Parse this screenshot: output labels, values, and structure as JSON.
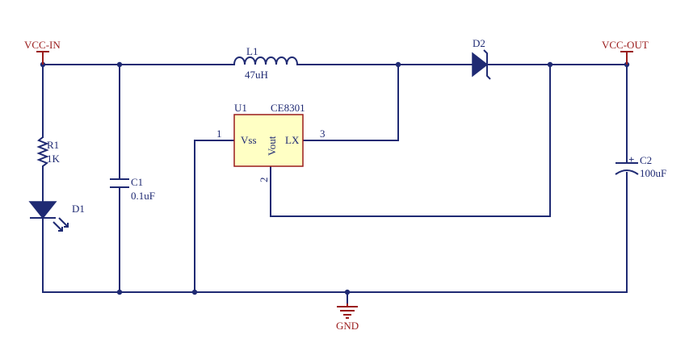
{
  "nets": {
    "vcc_in": "VCC-IN",
    "vcc_out": "VCC-OUT",
    "gnd": "GND"
  },
  "components": {
    "r1": {
      "ref": "R1",
      "value": "1K"
    },
    "d1": {
      "ref": "D1"
    },
    "c1": {
      "ref": "C1",
      "value": "0.1uF"
    },
    "l1": {
      "ref": "L1",
      "value": "47uH"
    },
    "d2": {
      "ref": "D2"
    },
    "c2": {
      "ref": "C2",
      "value": "100uF",
      "polarity": "+"
    },
    "u1": {
      "ref": "U1",
      "part": "CE8301",
      "pins": {
        "vss": {
          "number": "1",
          "name": "Vss"
        },
        "vout": {
          "number": "2",
          "name": "Vout"
        },
        "lx": {
          "number": "3",
          "name": "LX"
        }
      }
    }
  },
  "colors": {
    "wire": "#1f2a73",
    "power_label": "#9a1b1b",
    "ic_fill": "#ffffc4"
  }
}
